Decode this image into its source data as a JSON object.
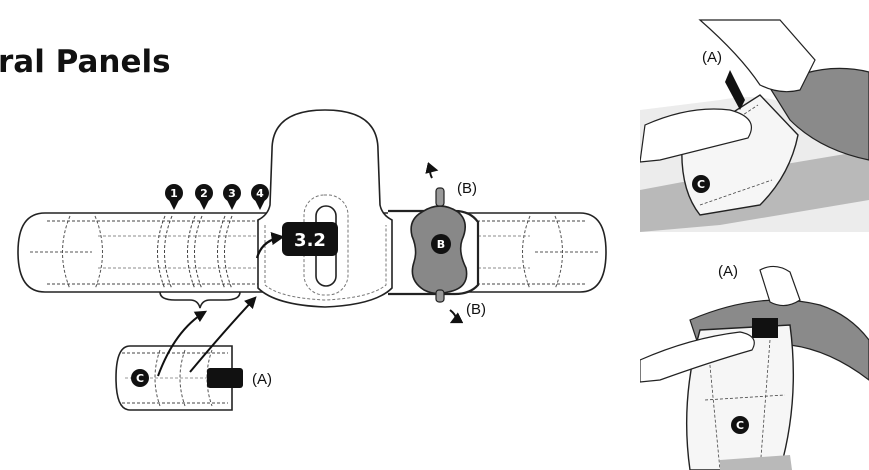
{
  "header": {
    "title": "ral Panels"
  },
  "steps": [
    "1",
    "2",
    "3",
    "4"
  ],
  "main_badge": "3.2",
  "callouts": {
    "a": "(A)",
    "b_top": "(B)",
    "b_bottom": "(B)",
    "letter_b": "B",
    "letter_c": "C"
  },
  "photos": {
    "top": {
      "label_a": "(A)",
      "letter_c": "C"
    },
    "bottom": {
      "label_a": "(A)",
      "letter_c": "C"
    }
  }
}
